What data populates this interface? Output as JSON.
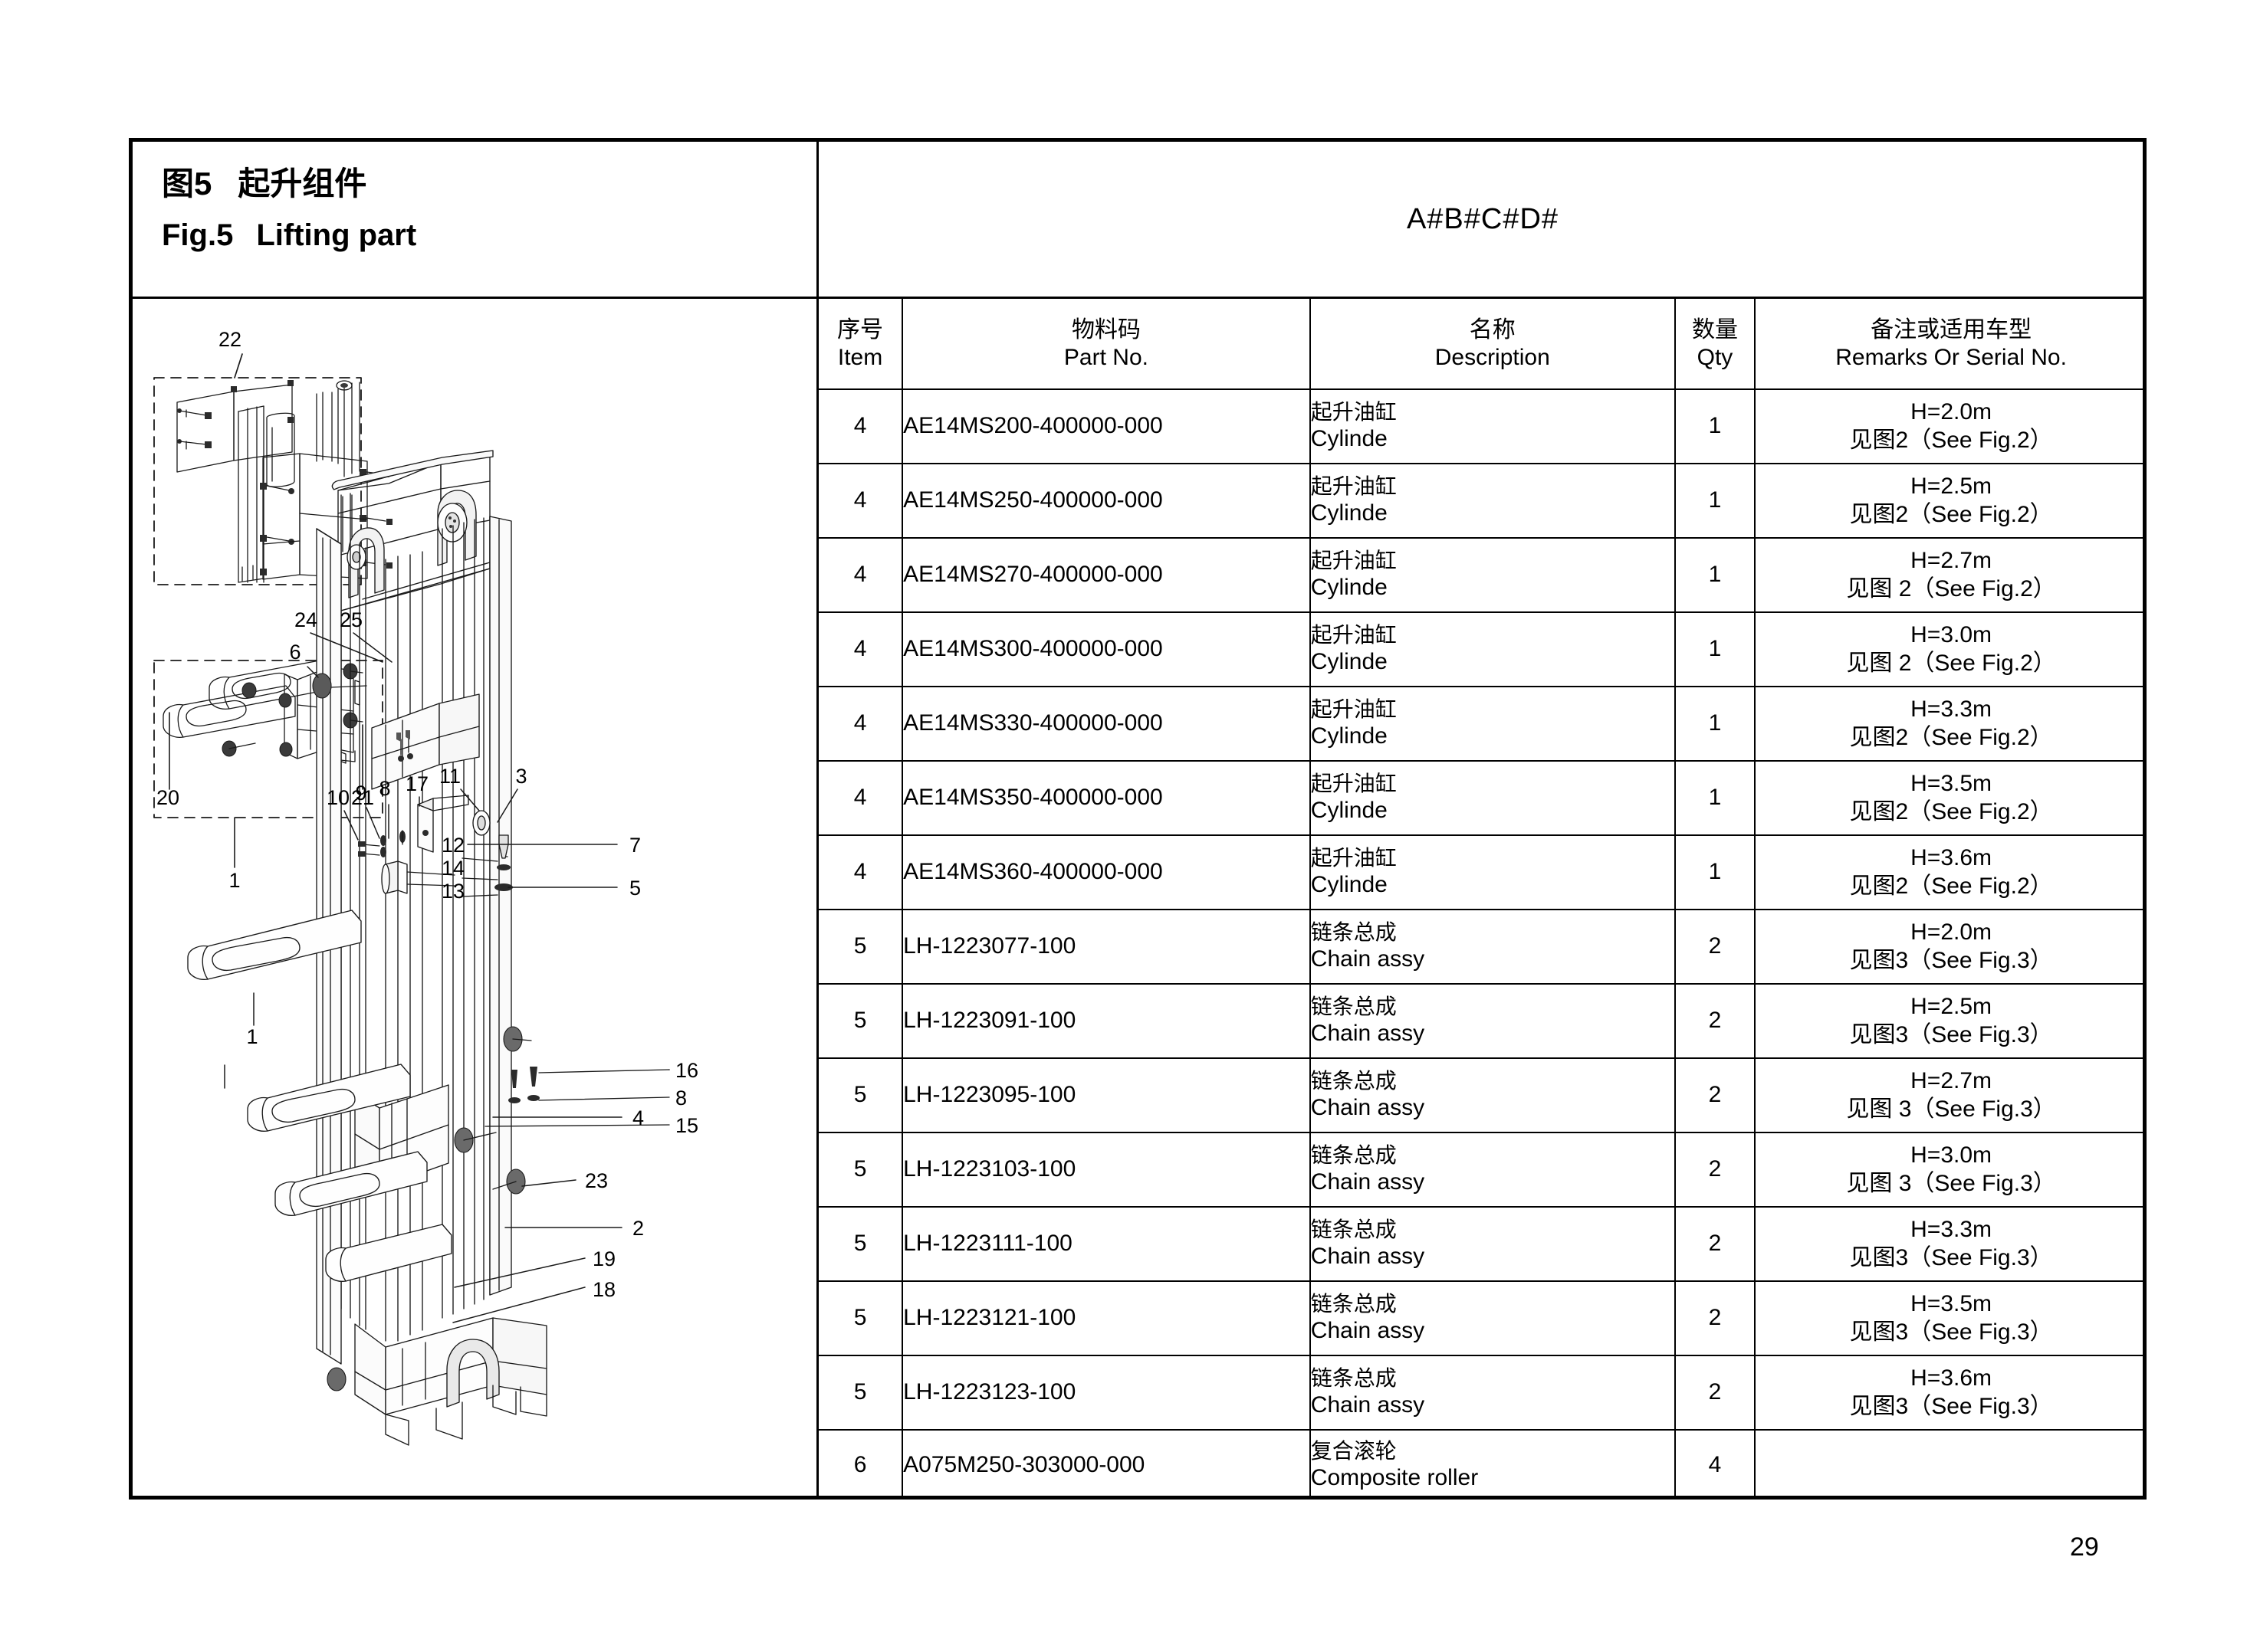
{
  "title_block": {
    "figure_cn_label": "图",
    "figure_number": "5",
    "figure_cn_name": "起升组件",
    "figure_en_label": "Fig.5",
    "figure_en_name": "Lifting part"
  },
  "model_code": "A#B#C#D#",
  "table": {
    "headers": [
      {
        "cn": "序号",
        "en": "Item"
      },
      {
        "cn": "物料码",
        "en": "Part No."
      },
      {
        "cn": "名称",
        "en": "Description"
      },
      {
        "cn": "数量",
        "en": "Qty"
      },
      {
        "cn": "备注或适用车型",
        "en": "Remarks Or Serial No."
      }
    ],
    "rows": [
      {
        "item": "4",
        "part_no": "AE14MS200-400000-000",
        "desc_cn": "起升油缸",
        "desc_en": "Cylinde",
        "qty": "1",
        "remark1": "H=2.0m",
        "remark2": "见图2（See Fig.2）"
      },
      {
        "item": "4",
        "part_no": "AE14MS250-400000-000",
        "desc_cn": "起升油缸",
        "desc_en": "Cylinde",
        "qty": "1",
        "remark1": "H=2.5m",
        "remark2": "见图2（See Fig.2）"
      },
      {
        "item": "4",
        "part_no": "AE14MS270-400000-000",
        "desc_cn": "起升油缸",
        "desc_en": "Cylinde",
        "qty": "1",
        "remark1": "H=2.7m",
        "remark2": "见图 2（See Fig.2）"
      },
      {
        "item": "4",
        "part_no": "AE14MS300-400000-000",
        "desc_cn": "起升油缸",
        "desc_en": "Cylinde",
        "qty": "1",
        "remark1": "H=3.0m",
        "remark2": "见图 2（See Fig.2）"
      },
      {
        "item": "4",
        "part_no": "AE14MS330-400000-000",
        "desc_cn": "起升油缸",
        "desc_en": "Cylinde",
        "qty": "1",
        "remark1": "H=3.3m",
        "remark2": "见图2（See Fig.2）"
      },
      {
        "item": "4",
        "part_no": "AE14MS350-400000-000",
        "desc_cn": "起升油缸",
        "desc_en": "Cylinde",
        "qty": "1",
        "remark1": "H=3.5m",
        "remark2": "见图2（See Fig.2）"
      },
      {
        "item": "4",
        "part_no": "AE14MS360-400000-000",
        "desc_cn": "起升油缸",
        "desc_en": "Cylinde",
        "qty": "1",
        "remark1": "H=3.6m",
        "remark2": "见图2（See Fig.2）"
      },
      {
        "item": "5",
        "part_no": "LH-1223077-100",
        "desc_cn": "链条总成",
        "desc_en": "Chain assy",
        "qty": "2",
        "remark1": "H=2.0m",
        "remark2": "见图3（See Fig.3）"
      },
      {
        "item": "5",
        "part_no": "LH-1223091-100",
        "desc_cn": "链条总成",
        "desc_en": "Chain assy",
        "qty": "2",
        "remark1": "H=2.5m",
        "remark2": "见图3（See Fig.3）"
      },
      {
        "item": "5",
        "part_no": "LH-1223095-100",
        "desc_cn": "链条总成",
        "desc_en": "Chain assy",
        "qty": "2",
        "remark1": "H=2.7m",
        "remark2": "见图 3（See Fig.3）"
      },
      {
        "item": "5",
        "part_no": "LH-1223103-100",
        "desc_cn": "链条总成",
        "desc_en": "Chain assy",
        "qty": "2",
        "remark1": "H=3.0m",
        "remark2": "见图 3（See Fig.3）"
      },
      {
        "item": "5",
        "part_no": "LH-1223111-100",
        "desc_cn": "链条总成",
        "desc_en": "Chain assy",
        "qty": "2",
        "remark1": "H=3.3m",
        "remark2": "见图3（See Fig.3）"
      },
      {
        "item": "5",
        "part_no": "LH-1223121-100",
        "desc_cn": "链条总成",
        "desc_en": "Chain assy",
        "qty": "2",
        "remark1": "H=3.5m",
        "remark2": "见图3（See Fig.3）"
      },
      {
        "item": "5",
        "part_no": "LH-1223123-100",
        "desc_cn": "链条总成",
        "desc_en": "Chain assy",
        "qty": "2",
        "remark1": "H=3.6m",
        "remark2": "见图3（See Fig.3）"
      },
      {
        "item": "6",
        "part_no": "A075M250-303000-000",
        "desc_cn": "复合滚轮",
        "desc_en": "Composite roller",
        "qty": "4",
        "remark1": "",
        "remark2": ""
      }
    ]
  },
  "drawing": {
    "callouts": [
      "22",
      "10",
      "9",
      "8",
      "17",
      "11",
      "3",
      "24",
      "25",
      "6",
      "12",
      "14",
      "13",
      "7",
      "5",
      "16",
      "8",
      "15",
      "4",
      "2",
      "1",
      "20",
      "21",
      "1",
      "23",
      "19",
      "18",
      "1"
    ]
  },
  "page_number": "29"
}
